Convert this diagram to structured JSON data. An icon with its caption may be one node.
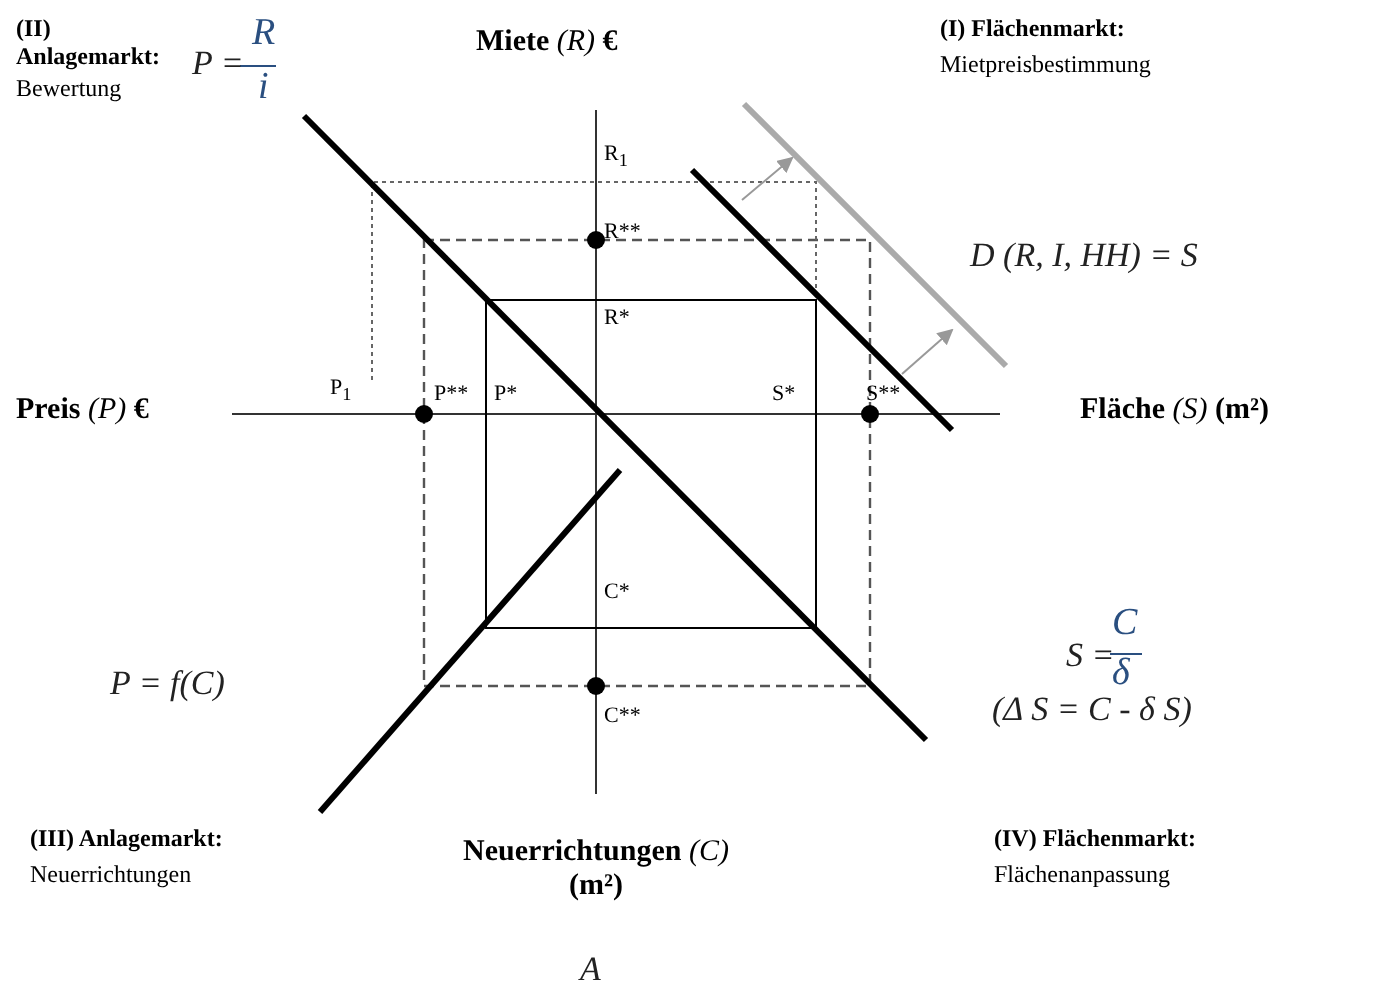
{
  "diagram": {
    "labels": [
      "(II) Anlagemarkt:",
      "Bewertung",
      "P =",
      "R",
      "i",
      "**Miete** *(R)* **€**",
      "(I) Flächenmarkt:",
      "Mietpreisbestimmung",
      "R$_{1}$",
      "R**",
      "D (R, I, HH) = S",
      "R*",
      "**Preis** *(P)* **€**",
      "P$_{1}$",
      "P**",
      "P*",
      "S*",
      "S**",
      "**Fläche** *(S)* **(m²)**",
      "C*",
      "P = f(C)",
      "S =",
      "C",
      "δ",
      "(Δ S = C - δ S)",
      "C**",
      "(III) Anlagemarkt:",
      "Neuerrichtungen",
      "**Neuerrichtungen** *(C)* **(m²)**",
      "(IV) Flächenmarkt:",
      "Flächenanpassung",
      "A"
    ]
  }
}
